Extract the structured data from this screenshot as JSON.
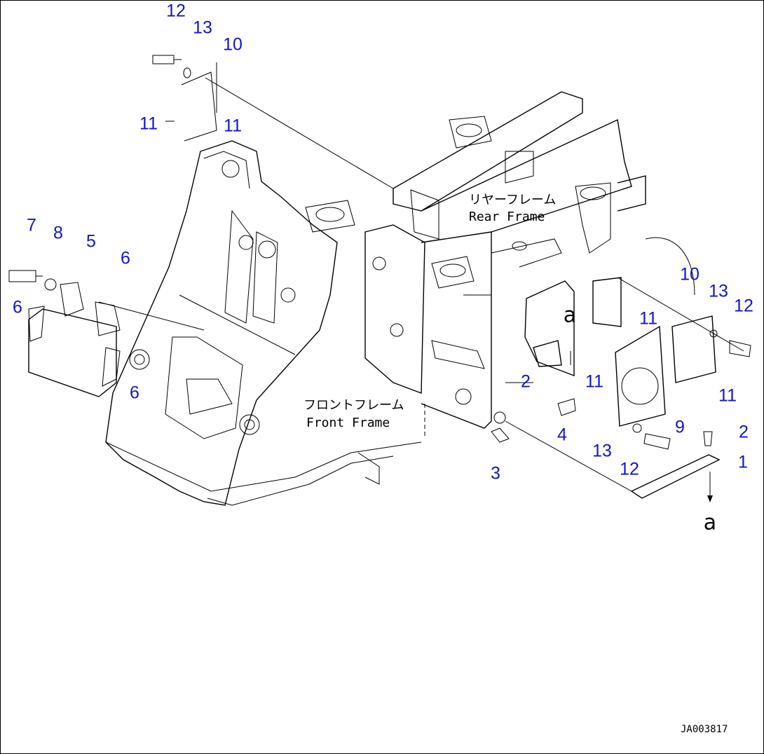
{
  "diagram": {
    "drawing_code": "JA003817",
    "frame_labels": {
      "rear_jp": "リヤーフレーム",
      "rear_en": "Rear Frame",
      "front_jp": "フロントフレーム",
      "front_en": "Front Frame"
    },
    "view_refs": [
      "a",
      "a"
    ],
    "callouts": [
      "12",
      "13",
      "10",
      "11",
      "11",
      "7",
      "8",
      "5",
      "6",
      "6",
      "6",
      "2",
      "4",
      "3",
      "11",
      "11",
      "11",
      "10",
      "13",
      "12",
      "9",
      "13",
      "12",
      "2",
      "1"
    ],
    "callout_color": "#1414c8"
  }
}
